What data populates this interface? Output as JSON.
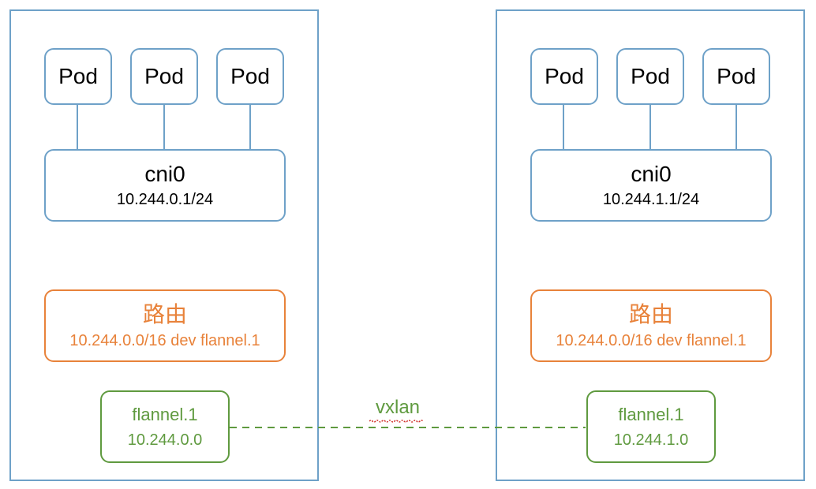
{
  "nodes": [
    {
      "pods": [
        "Pod",
        "Pod",
        "Pod"
      ],
      "bridge": {
        "name": "cni0",
        "cidr": "10.244.0.1/24"
      },
      "route": {
        "title": "路由",
        "rule": "10.244.0.0/16 dev flannel.1"
      },
      "flannel": {
        "name": "flannel.1",
        "ip": "10.244.0.0"
      }
    },
    {
      "pods": [
        "Pod",
        "Pod",
        "Pod"
      ],
      "bridge": {
        "name": "cni0",
        "cidr": "10.244.1.1/24"
      },
      "route": {
        "title": "路由",
        "rule": "10.244.0.0/16 dev flannel.1"
      },
      "flannel": {
        "name": "flannel.1",
        "ip": "10.244.1.0"
      }
    }
  ],
  "link": {
    "label": "vxlan"
  },
  "colors": {
    "node_border": "#6ea1c8",
    "route": "#e8823a",
    "flannel": "#5f9a3f"
  }
}
